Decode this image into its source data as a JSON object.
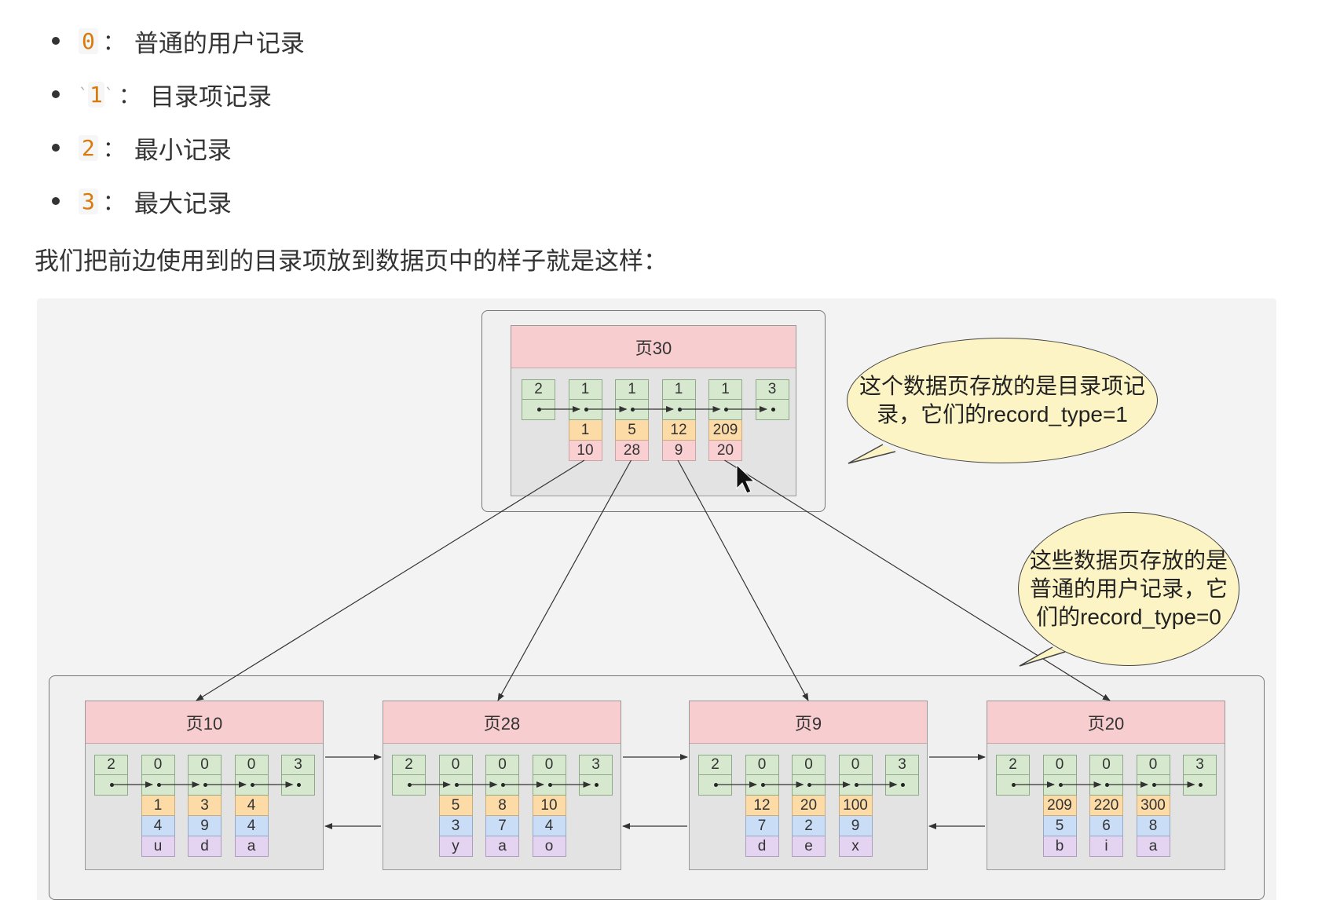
{
  "bullets": [
    {
      "code": "0",
      "text": "普通的用户记录"
    },
    {
      "code": "1",
      "text": "目录项记录",
      "wrapped": true
    },
    {
      "code": "2",
      "text": "最小记录"
    },
    {
      "code": "3",
      "text": "最大记录"
    }
  ],
  "colon": "：",
  "backtick": "`",
  "intro": "我们把前边使用到的目录项放到数据页中的样子就是这样：",
  "top_page": {
    "title": "页30",
    "records": [
      {
        "type": "2"
      },
      {
        "type": "1",
        "key": "1",
        "page": "10"
      },
      {
        "type": "1",
        "key": "5",
        "page": "28"
      },
      {
        "type": "1",
        "key": "12",
        "page": "9"
      },
      {
        "type": "1",
        "key": "209",
        "page": "20"
      },
      {
        "type": "3"
      }
    ]
  },
  "leaf_pages": [
    {
      "title": "页10",
      "records": [
        {
          "type": "2"
        },
        {
          "type": "0",
          "c1": "1",
          "c2": "4",
          "c3": "u"
        },
        {
          "type": "0",
          "c1": "3",
          "c2": "9",
          "c3": "d"
        },
        {
          "type": "0",
          "c1": "4",
          "c2": "4",
          "c3": "a"
        },
        {
          "type": "3"
        }
      ]
    },
    {
      "title": "页28",
      "records": [
        {
          "type": "2"
        },
        {
          "type": "0",
          "c1": "5",
          "c2": "3",
          "c3": "y"
        },
        {
          "type": "0",
          "c1": "8",
          "c2": "7",
          "c3": "a"
        },
        {
          "type": "0",
          "c1": "10",
          "c2": "4",
          "c3": "o"
        },
        {
          "type": "3"
        }
      ]
    },
    {
      "title": "页9",
      "records": [
        {
          "type": "2"
        },
        {
          "type": "0",
          "c1": "12",
          "c2": "7",
          "c3": "d"
        },
        {
          "type": "0",
          "c1": "20",
          "c2": "2",
          "c3": "e"
        },
        {
          "type": "0",
          "c1": "100",
          "c2": "9",
          "c3": "x"
        },
        {
          "type": "3"
        }
      ]
    },
    {
      "title": "页20",
      "records": [
        {
          "type": "2"
        },
        {
          "type": "0",
          "c1": "209",
          "c2": "5",
          "c3": "b"
        },
        {
          "type": "0",
          "c1": "220",
          "c2": "6",
          "c3": "i"
        },
        {
          "type": "0",
          "c1": "300",
          "c2": "8",
          "c3": "a"
        },
        {
          "type": "3"
        }
      ]
    }
  ],
  "callouts": {
    "top": [
      "这个数据页存放的是目录项记",
      "录，它们的record_type=1"
    ],
    "bottom": [
      "这些数据页存放的是",
      "普通的用户记录，它",
      "们的record_type=0"
    ]
  },
  "colors": {
    "header_pink": "#f7cdd0",
    "record_green": "#d6e9cf",
    "key_orange": "#fcdba7",
    "ptr_pink": "#f9cfd2",
    "col_blue": "#c9ddf7",
    "col_violet": "#e4d3f1",
    "bubble_yellow": "#fcf4c4",
    "code_orange": "#d97a0a"
  }
}
